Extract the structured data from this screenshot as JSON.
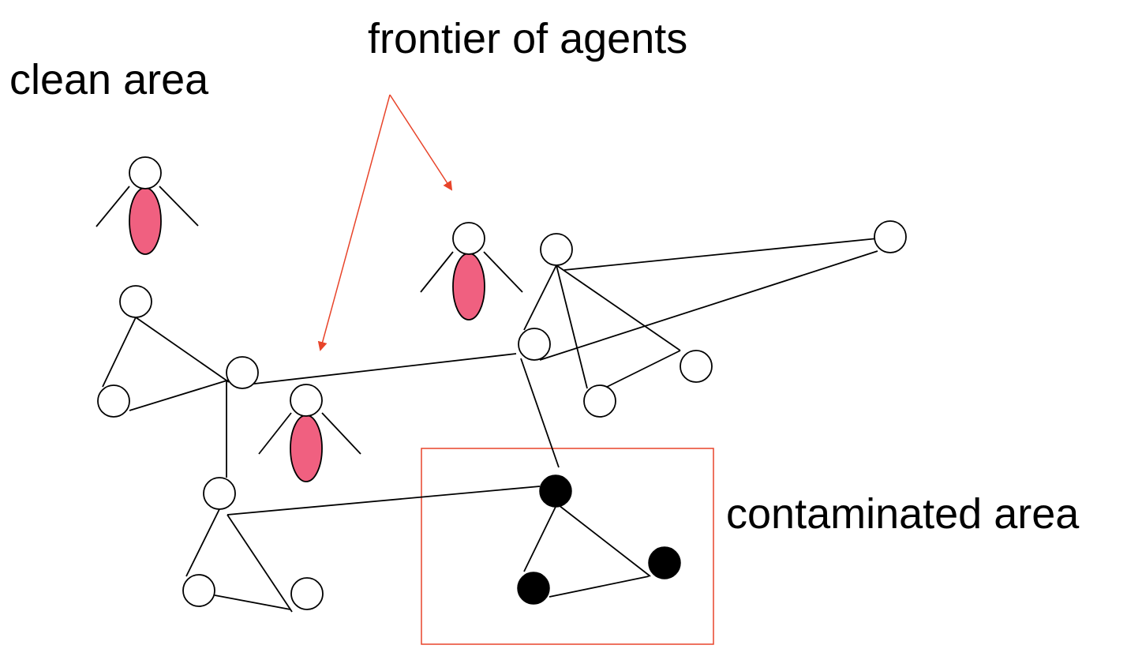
{
  "labels": {
    "clean_area": "clean area",
    "frontier": "frontier of agents",
    "contaminated_area": "contaminated area"
  },
  "colors": {
    "agent_body": "#f06080",
    "arrow": "#e8442a",
    "contaminated_box": "#e8442a",
    "contaminated_node": "#000000",
    "clean_node": "#ffffff",
    "edge": "#000000"
  }
}
